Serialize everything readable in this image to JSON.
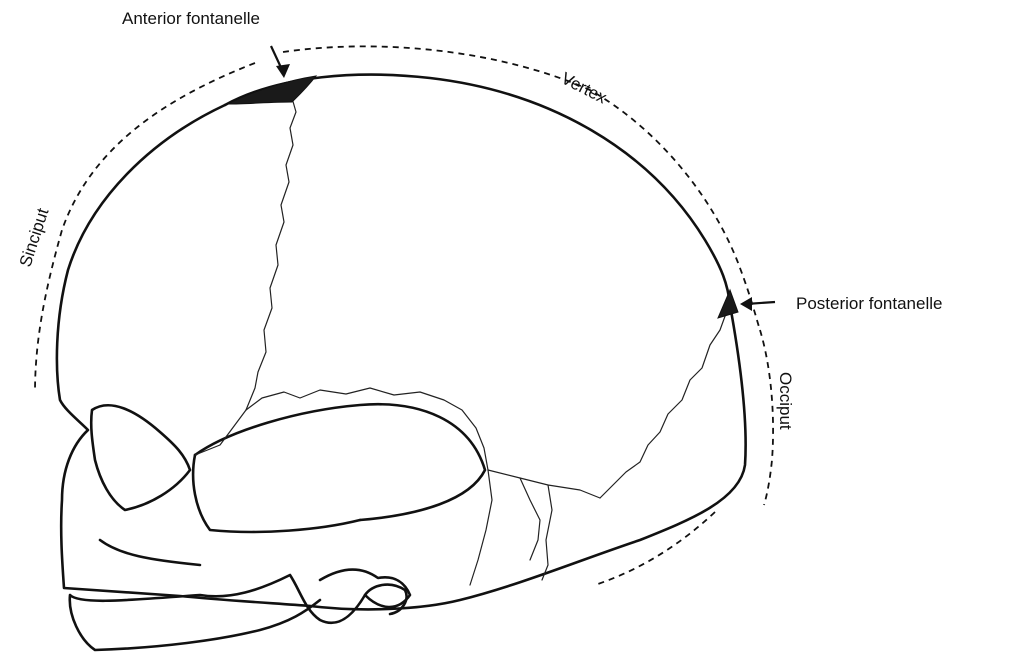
{
  "labels": {
    "anterior_fontanelle": "Anterior fontanelle",
    "posterior_fontanelle": "Posterior fontanelle",
    "vertex": "Vertex",
    "sinciput": "Sinciput",
    "occiput": "Occiput"
  }
}
